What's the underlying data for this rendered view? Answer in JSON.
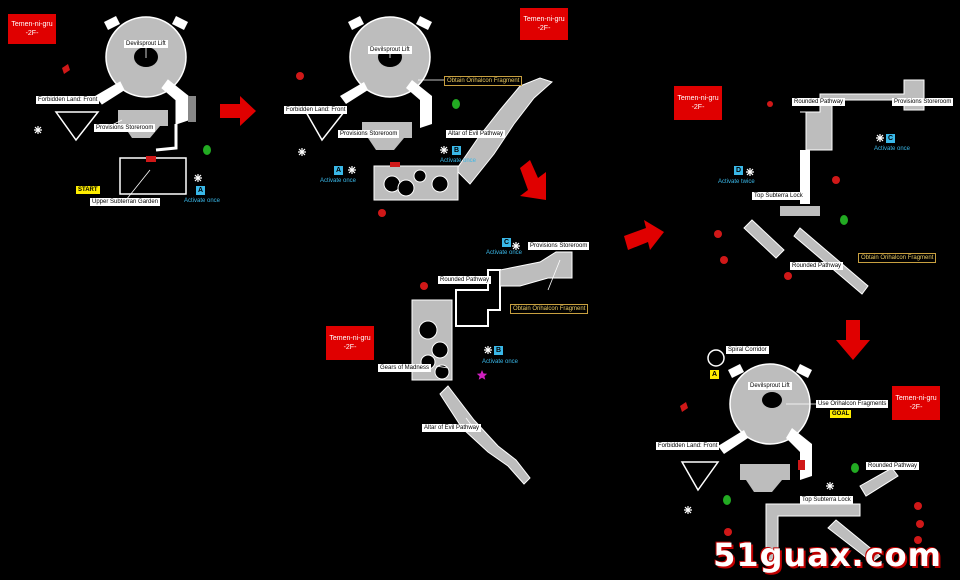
{
  "colors": {
    "background": "#000000",
    "floor_tag": "#e00000",
    "arrow": "#e00000",
    "map_fill": "#bdbdbd",
    "activation_badge": "#3ab8e8",
    "start_goal": "#ffee00",
    "fragment_label": "#e8c860",
    "enemy_marker": "#d01818",
    "green_marker": "#22aa22",
    "star_marker": "#d020c0"
  },
  "floor_tags": [
    {
      "name": "Temen-ni-gru",
      "floor": "-2F-"
    },
    {
      "name": "Temen-ni-gru",
      "floor": "-2F-"
    },
    {
      "name": "Temen-ni-gru",
      "floor": "-2F-"
    },
    {
      "name": "Temen-ni-gru",
      "floor": "-2F-"
    },
    {
      "name": "Temen-ni-gru",
      "floor": "-2F-"
    }
  ],
  "labels": {
    "m1": {
      "devilsprout_lift": "Devilsprout Lift",
      "forbidden_land_front": "Forbidden Land: Front",
      "provisions_storeroom": "Provisions Storeroom",
      "start": "START",
      "upper_subterran_garden": "Upper Subterran Garden",
      "activate_once": "Activate once",
      "badge": "A"
    },
    "m2": {
      "devilsprout_lift": "Devilsprout Lift",
      "obtain_fragment": "Obtain Orihalcon Fragment",
      "forbidden_land_front": "Forbidden Land: Front",
      "provisions_storeroom": "Provisions Storeroom",
      "altar_evil_pathway": "Altar of Evil Pathway",
      "activate_once_a": "Activate once",
      "activate_once_b": "Activate once",
      "badge_a": "A",
      "badge_b": "B"
    },
    "m3": {
      "provisions_storeroom": "Provisions Storeroom",
      "activate_once_c": "Activate once",
      "rounded_pathway": "Rounded Pathway",
      "obtain_fragment": "Obtain Orihalcon Fragment",
      "gears_of_madness": "Gears of Madness",
      "activate_once_b": "Activate once",
      "altar_evil_pathway": "Altar of Evil Pathway",
      "badge_b": "B",
      "badge_c": "C"
    },
    "m4": {
      "rounded_pathway_top": "Rounded Pathway",
      "provisions_storeroom": "Provisions Storeroom",
      "activate_once_c": "Activate once",
      "activate_twice": "Activate twice",
      "top_subterra_lock": "Top Subterra Lock",
      "rounded_pathway_low": "Rounded Pathway",
      "obtain_fragment": "Obtain Orihalcon Fragment",
      "badge_c": "C",
      "badge_d": "D"
    },
    "m5": {
      "spiral_corridor": "Spiral Corridor",
      "devilsprout_lift": "Devilsprout Lift",
      "use_fragments": "Use Orihalcon Fragments",
      "goal": "GOAL",
      "forbidden_land_front": "Forbidden Land: Front",
      "rounded_pathway": "Rounded Pathway",
      "top_subterra_lock": "Top Subterra Lock",
      "badge_a": "A"
    }
  },
  "watermark": "51guax.com"
}
